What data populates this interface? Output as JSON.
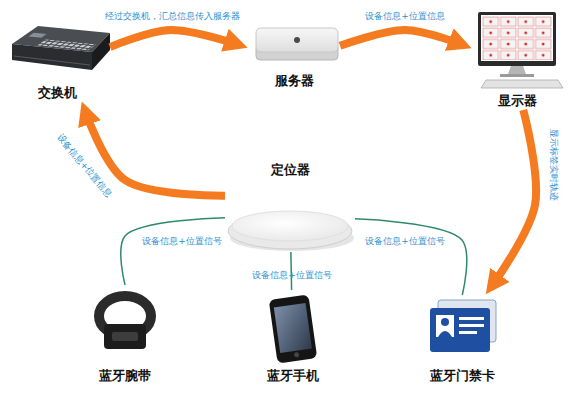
{
  "diagram": {
    "nodes": [
      {
        "text": [
          "交换机"
        ]
      },
      {
        "text": [
          "服务器"
        ]
      },
      {
        "text": [
          "显示器"
        ]
      },
      {
        "text": [
          "定位器"
        ]
      },
      {
        "text": [
          "蓝牙腕带"
        ]
      },
      {
        "text": [
          "蓝牙手机"
        ]
      },
      {
        "text": [
          "蓝牙门禁卡"
        ]
      }
    ],
    "edges": [
      {
        "from": 0,
        "to": 1,
        "label": "经过交换机，汇总信息传入服务器",
        "arrow": "to"
      },
      {
        "from": 1,
        "to": 2,
        "label": "设备信息+位置信息",
        "arrow": "to"
      },
      {
        "from": 2,
        "to": 6,
        "label": "显示标签实时轨迹",
        "arrow": "to"
      },
      {
        "from": 3,
        "to": 0,
        "label": "设备信息+位置信息",
        "arrow": "to"
      },
      {
        "from": 4,
        "to": 3,
        "label": "设备信息+位置信号",
        "arrow": "none"
      },
      {
        "from": 5,
        "to": 3,
        "label": "设备信息+位置信号",
        "arrow": "none"
      },
      {
        "from": 6,
        "to": 3,
        "label": "设备信息+位置信号",
        "arrow": "none"
      }
    ]
  }
}
